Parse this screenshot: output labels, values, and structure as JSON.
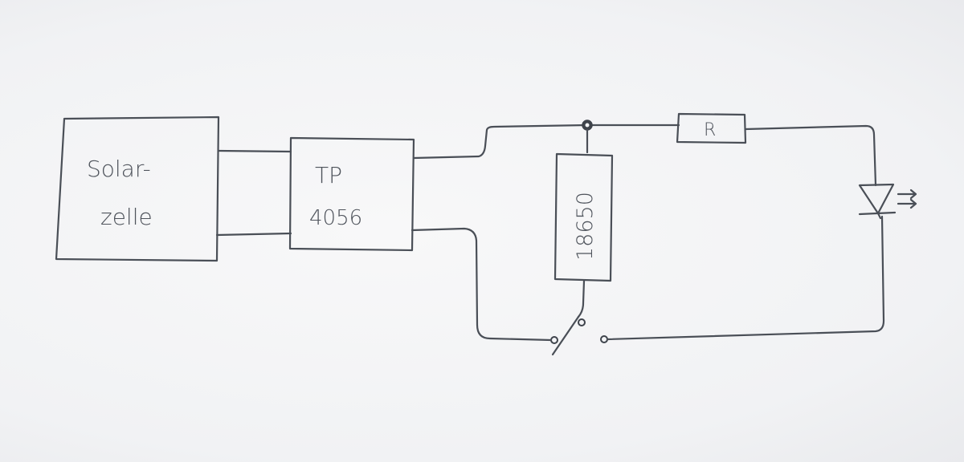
{
  "diagram": {
    "components": {
      "solar_cell": {
        "line1": "Solar-",
        "line2": "zelle"
      },
      "charger": {
        "line1": "TP",
        "line2": "4056"
      },
      "battery": {
        "label": "18650"
      },
      "resistor": {
        "label": "R"
      },
      "led": {
        "icon": "led-icon"
      },
      "switch": {
        "icon": "switch-icon"
      }
    }
  }
}
